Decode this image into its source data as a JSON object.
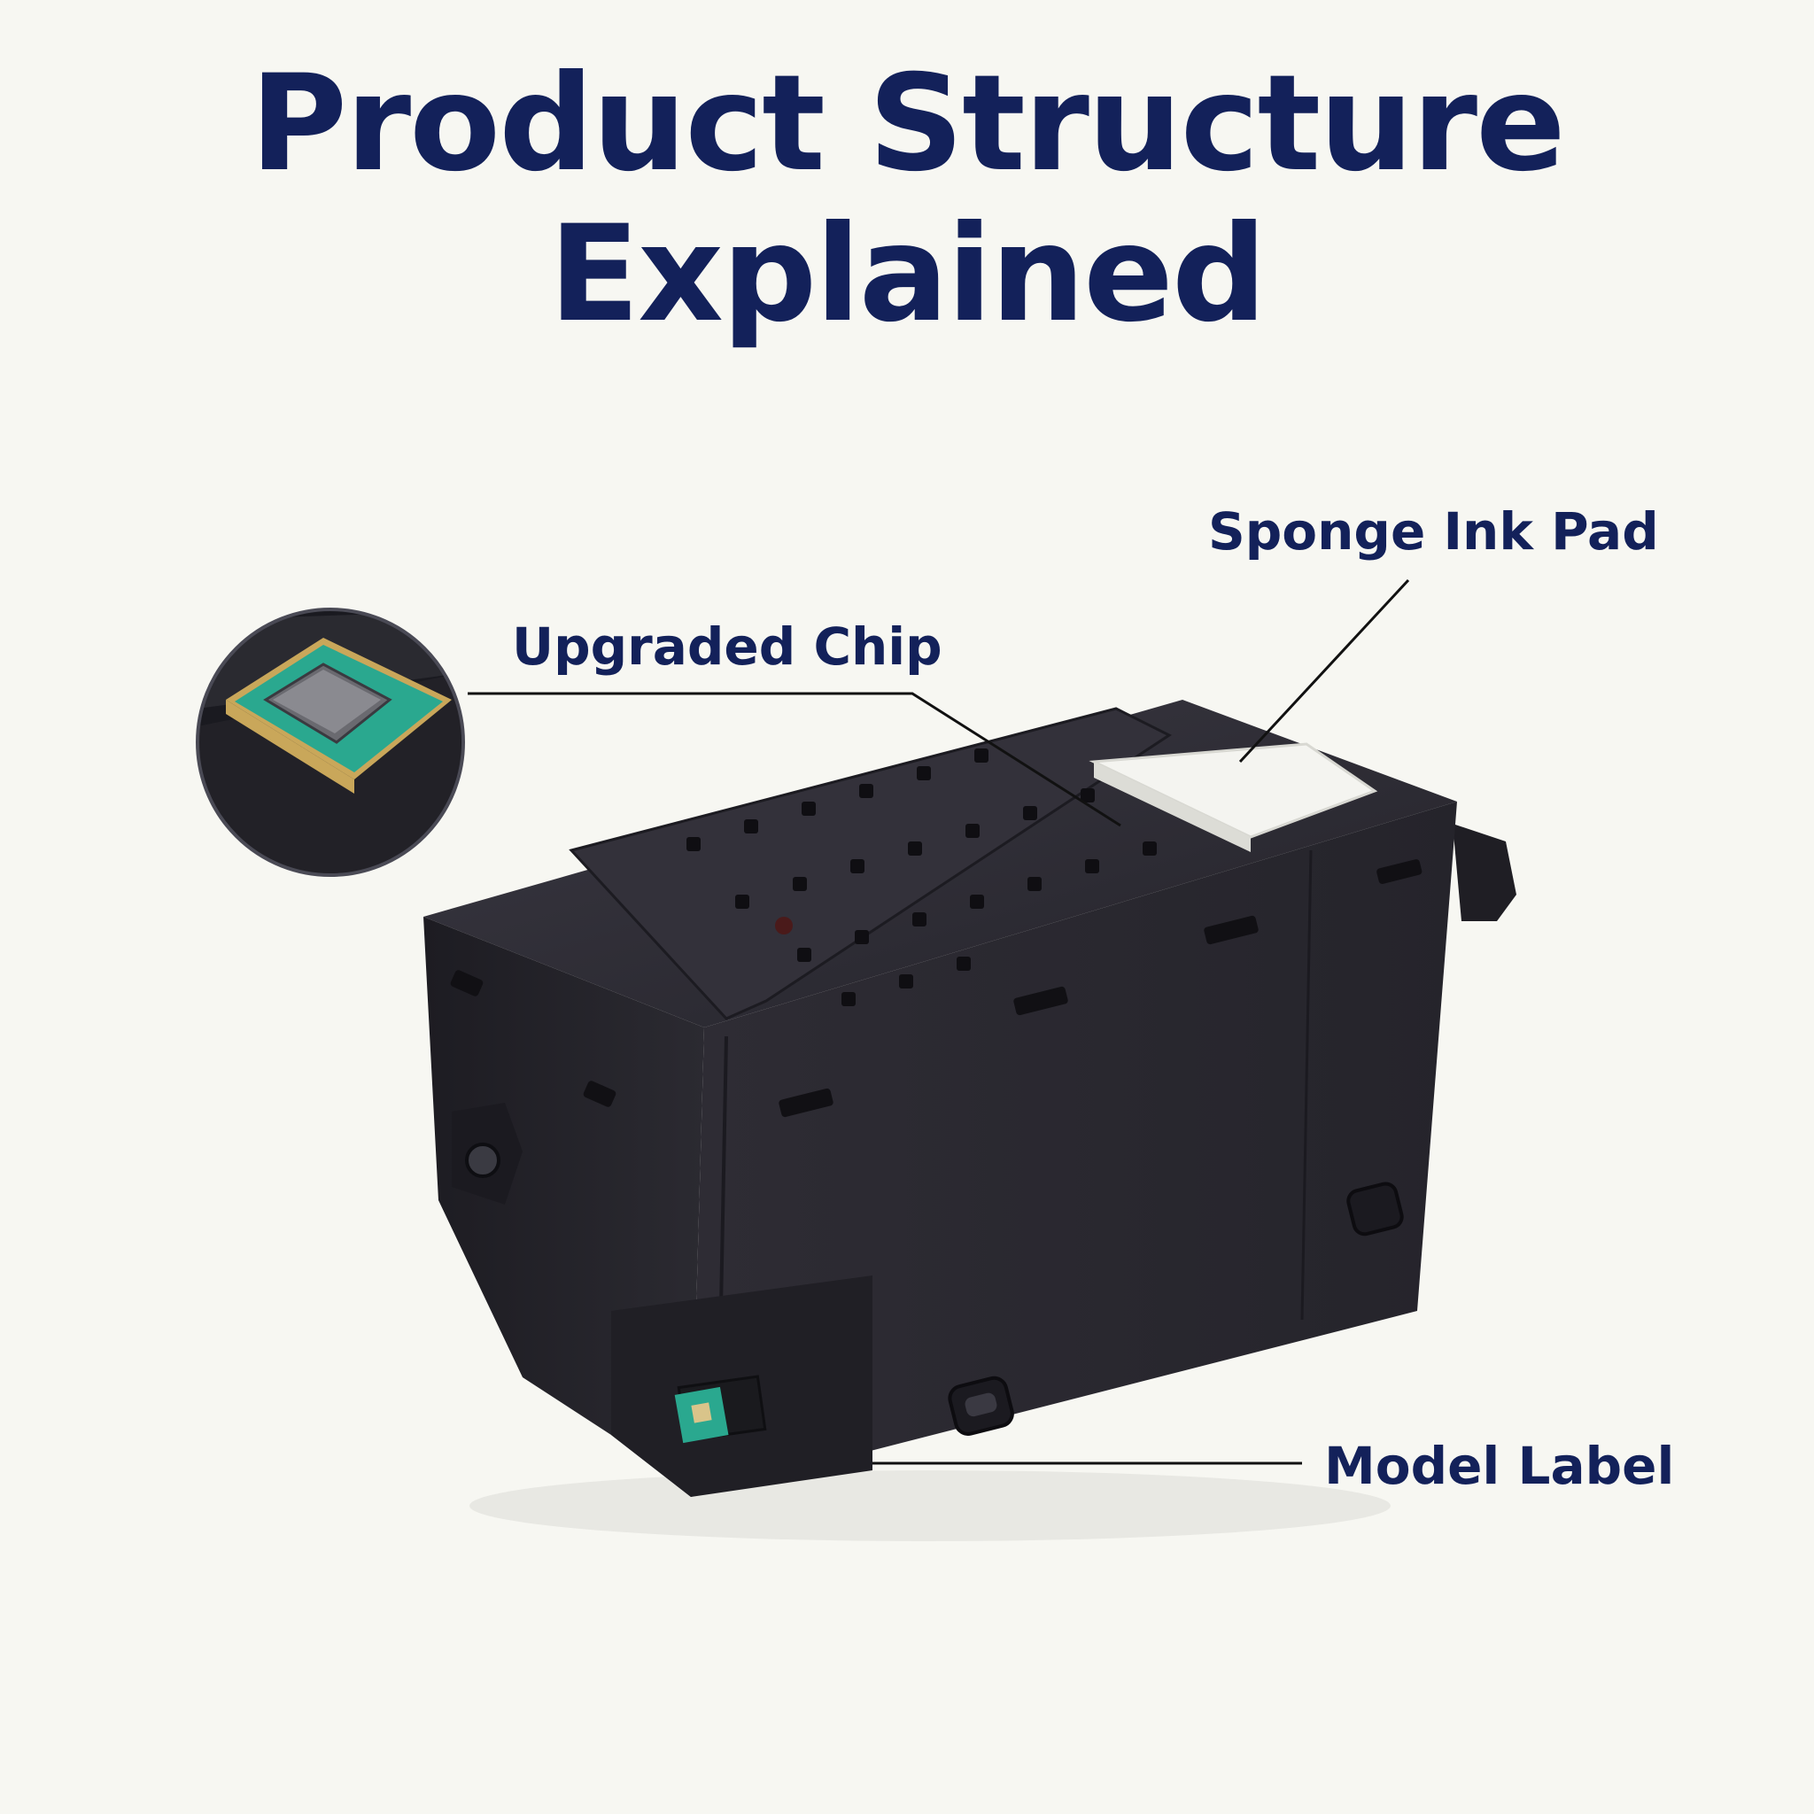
{
  "title": {
    "line1": "Product Structure",
    "line2": "Explained"
  },
  "callouts": {
    "chip": "Upgraded Chip",
    "sponge": "Sponge Ink Pad",
    "model": "Model Label"
  },
  "colors": {
    "title_text": "#13215a",
    "background": "#f7f7f2",
    "box_body": "#2a2830",
    "sponge_pad": "#f4f4f0",
    "chip_board": "#2aa88f"
  },
  "icons": {
    "chip_inset": "chip-magnified-icon",
    "product": "maintenance-box-icon"
  }
}
